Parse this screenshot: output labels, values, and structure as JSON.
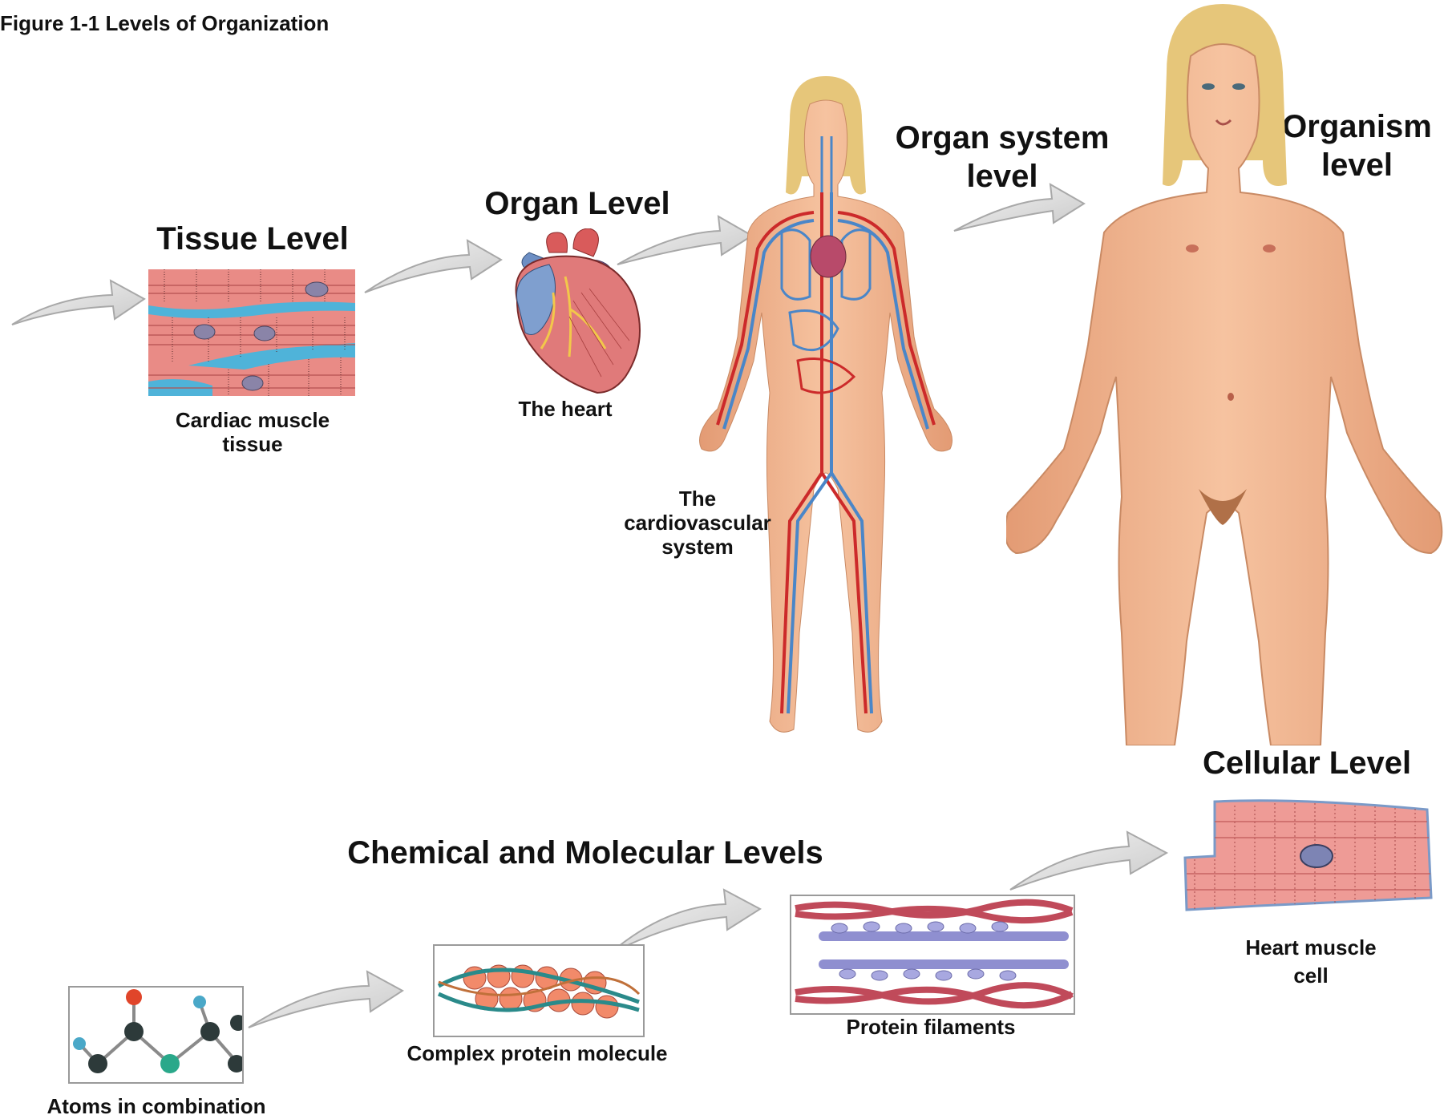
{
  "figure_title": "Figure 1-1 Levels of Organization",
  "levels": {
    "tissue": {
      "heading": "Tissue Level",
      "caption_line1": "Cardiac muscle",
      "caption_line2": "tissue"
    },
    "organ": {
      "heading": "Organ Level",
      "caption": "The heart"
    },
    "organ_system": {
      "heading_line1": "Organ system",
      "heading_line2": "level",
      "caption_line1": "The",
      "caption_line2": "cardiovascular",
      "caption_line3": "system"
    },
    "organism": {
      "heading_line1": "Organism",
      "heading_line2": "level"
    },
    "cellular": {
      "heading": "Cellular Level",
      "caption_line1": "Heart muscle",
      "caption_line2": "cell"
    },
    "chemical": {
      "heading": "Chemical and Molecular Levels",
      "atoms_caption": "Atoms in combination",
      "protein_caption": "Complex protein molecule",
      "filaments_caption": "Protein filaments"
    }
  },
  "colors": {
    "muscle_pink": "#eb8a86",
    "vein_blue": "#4a86c8",
    "artery_red": "#cc2a2a",
    "skin": "#f1b48f",
    "hair": "#e6c67a",
    "arrow_gray": "#dadada"
  }
}
